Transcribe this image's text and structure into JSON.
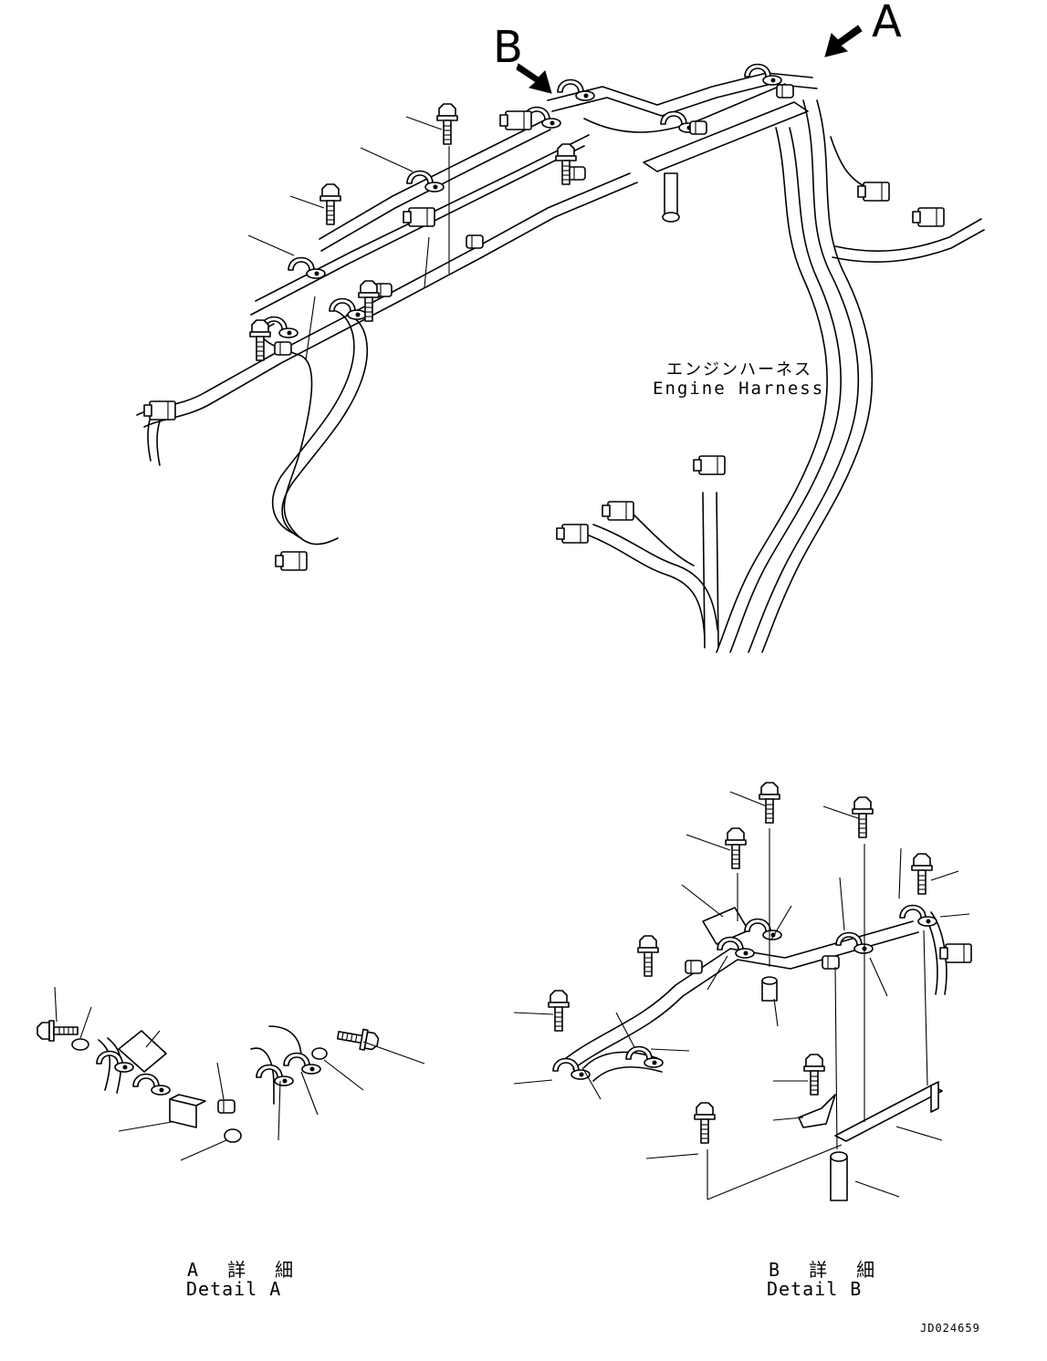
{
  "views": {
    "arrow_b": "B",
    "arrow_a": "A"
  },
  "harness": {
    "label_jp": "エンジンハーネス",
    "label_en": "Engine Harness"
  },
  "detail_a": {
    "title_jp": "A 詳 細",
    "title_en": "Detail A"
  },
  "detail_b": {
    "title_jp": "B 詳 細",
    "title_en": "Detail B"
  },
  "drawing_number": "JD024659"
}
